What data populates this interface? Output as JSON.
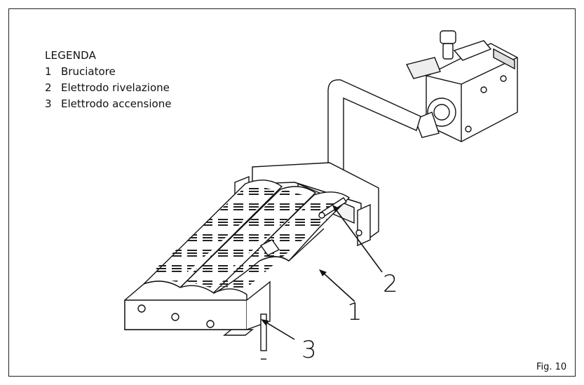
{
  "legend": {
    "title": "LEGENDA",
    "items": [
      {
        "num": "1",
        "label": "Bruciatore"
      },
      {
        "num": "2",
        "label": "Elettrodo rivelazione"
      },
      {
        "num": "3",
        "label": "Elettrodo accensione"
      }
    ]
  },
  "callouts": {
    "c1": "1",
    "c2": "2",
    "c3": "3"
  },
  "figure_label": "Fig. 10"
}
